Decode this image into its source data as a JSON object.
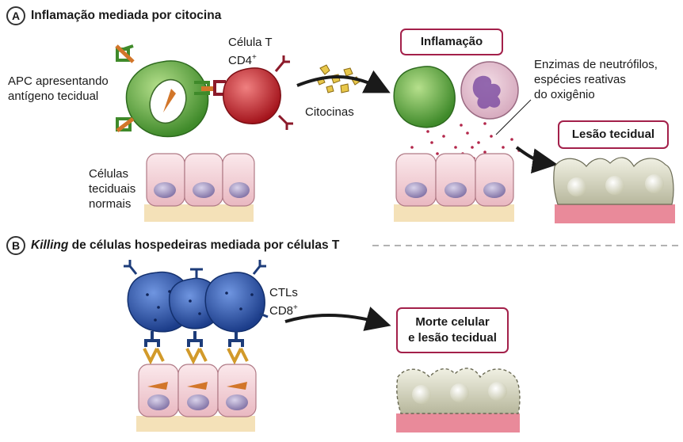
{
  "section_a": {
    "badge": "A",
    "title": "Inflamação mediada por citocina",
    "apc_label_1": "APC apresentando",
    "apc_label_2": "antígeno tecidual",
    "tcell_label_1": "Célula T",
    "tcell_label_2": "CD4",
    "tcell_label_sup": "+",
    "cytokines_label": "Citocinas",
    "normal_cells_1": "Células",
    "normal_cells_2": "teciduais",
    "normal_cells_3": "normais",
    "inflammation_box": "Inflamação",
    "enzymes_1": "Enzimas de neutrófilos,",
    "enzymes_2": "espécies reativas",
    "enzymes_3": "do oxigênio",
    "injury_box": "Lesão tecidual"
  },
  "section_b": {
    "badge": "B",
    "title_italic": "Killing",
    "title_rest": " de células hospedeiras mediada por células T",
    "ctl_label_1": "CTLs",
    "ctl_label_2": "CD8",
    "ctl_label_sup": "+",
    "death_box_1": "Morte celular",
    "death_box_2": "e lesão tecidual"
  },
  "colors": {
    "box_border": "#a3204a",
    "apc_green": "#5ea63a",
    "tcell_red": "#c8242c",
    "ctl_blue": "#2f56a8",
    "tissue_pink": "#f2cdd3",
    "nucleus_purple": "#9a8bb5",
    "cytokine_yellow": "#e8c74a"
  }
}
